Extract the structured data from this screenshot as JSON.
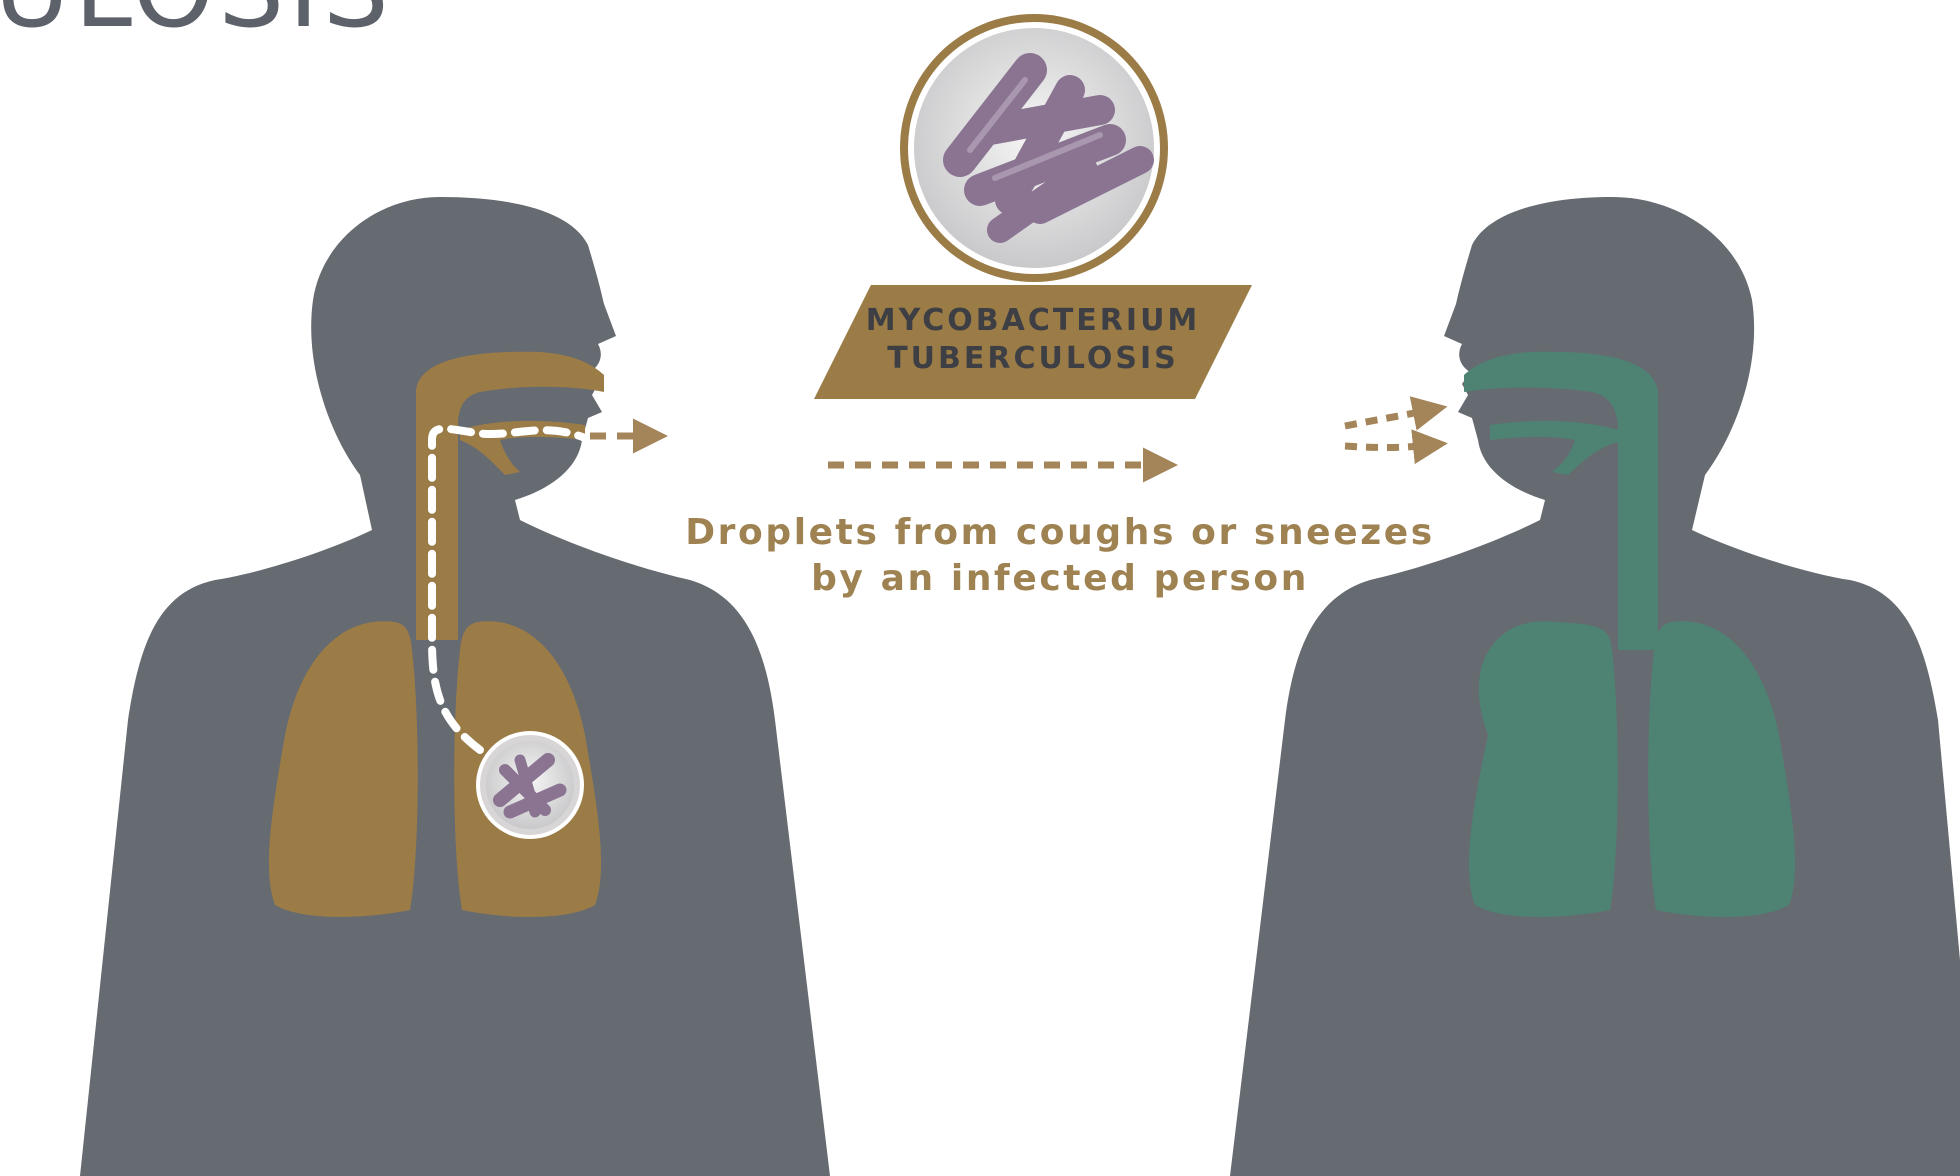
{
  "title": "ULOSIS",
  "organism_label": {
    "line1": "MYCOBACTERIUM",
    "line2": "TUBERCULOSIS"
  },
  "caption": {
    "line1": "Droplets from coughs or sneezes",
    "line2": "by an infected person"
  },
  "colors": {
    "silhouette": "#666a71",
    "infected_airway": "#9b7c47",
    "healthy_airway": "#4e8373",
    "bacteria": "#8a7491",
    "arrow": "#a4855a",
    "title_text": "#5d6169"
  },
  "icons": [
    "bacteria-circle-icon",
    "dashed-arrow-icon"
  ]
}
